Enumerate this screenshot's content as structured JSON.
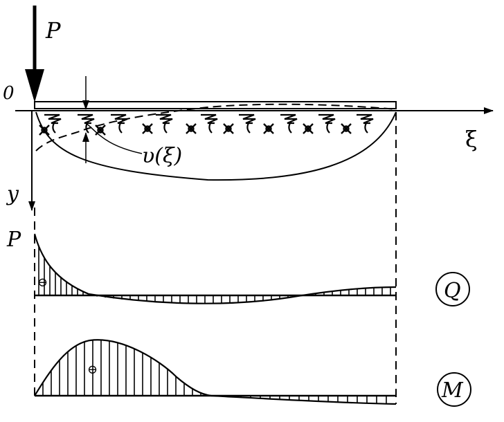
{
  "labels": {
    "load": "P",
    "origin": "0",
    "x_axis": "ξ",
    "y_axis": "y",
    "deflection": "υ(ξ)",
    "shear_value": "P",
    "shear_diagram": "Q",
    "moment_diagram": "M",
    "minus_sign": "⊖"
  }
}
